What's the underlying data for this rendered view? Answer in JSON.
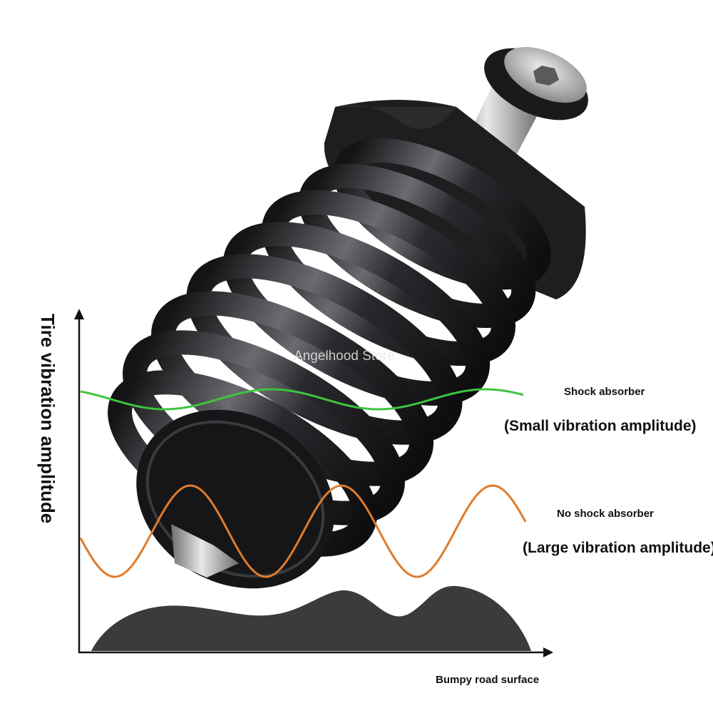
{
  "watermark": "Angelhood Store",
  "axes": {
    "y_label": "Tire vibration amplitude",
    "x_label": "Bumpy road surface"
  },
  "legend": {
    "shock": {
      "title": "Shock absorber",
      "subtitle": "(Small vibration amplitude)",
      "color": "#3ec43e"
    },
    "no_shock": {
      "title": "No shock absorber",
      "subtitle": "(Large vibration amplitude)",
      "color": "#e07b2a"
    }
  },
  "colors": {
    "road": "#3b3b3b",
    "axis": "#111111",
    "spring": "#2e2e30",
    "body": "#1c1c1e",
    "shaft": "#bdbdbd"
  },
  "illustration": "coil-spring-shock-absorber"
}
